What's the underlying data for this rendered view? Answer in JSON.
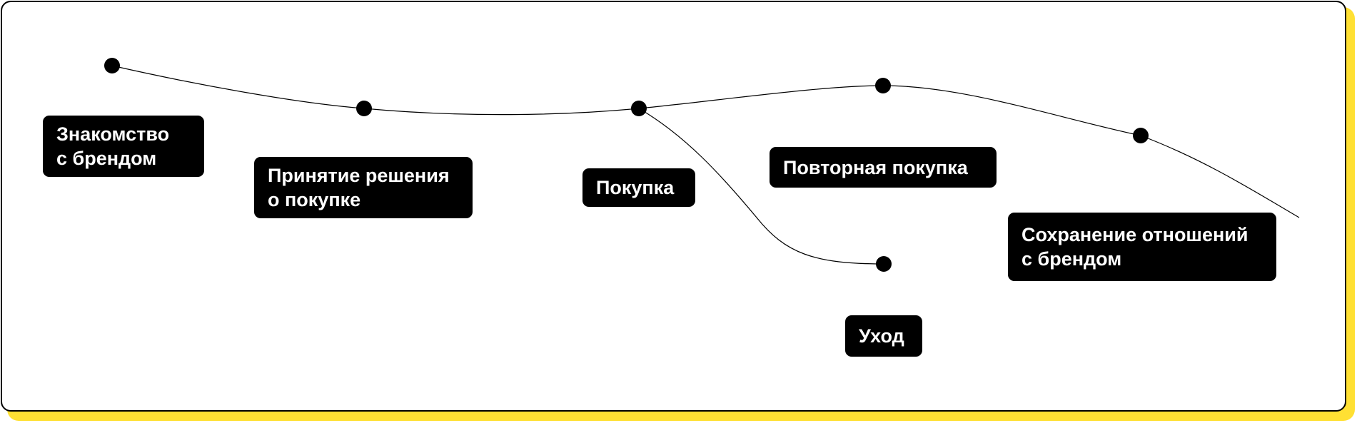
{
  "colors": {
    "accent_shadow": "#FFE033",
    "label_background": "#000000",
    "label_text": "#FFFFFF",
    "line": "#000000"
  },
  "stages": [
    {
      "id": "awareness",
      "label": "Знакомство\nс брендом"
    },
    {
      "id": "decision",
      "label": "Принятие решения\nо покупке"
    },
    {
      "id": "purchase",
      "label": "Покупка"
    },
    {
      "id": "repeat",
      "label": "Повторная покупка"
    },
    {
      "id": "retention",
      "label": "Сохранение отношений\nс брендом"
    },
    {
      "id": "churn",
      "label": "Уход"
    }
  ]
}
